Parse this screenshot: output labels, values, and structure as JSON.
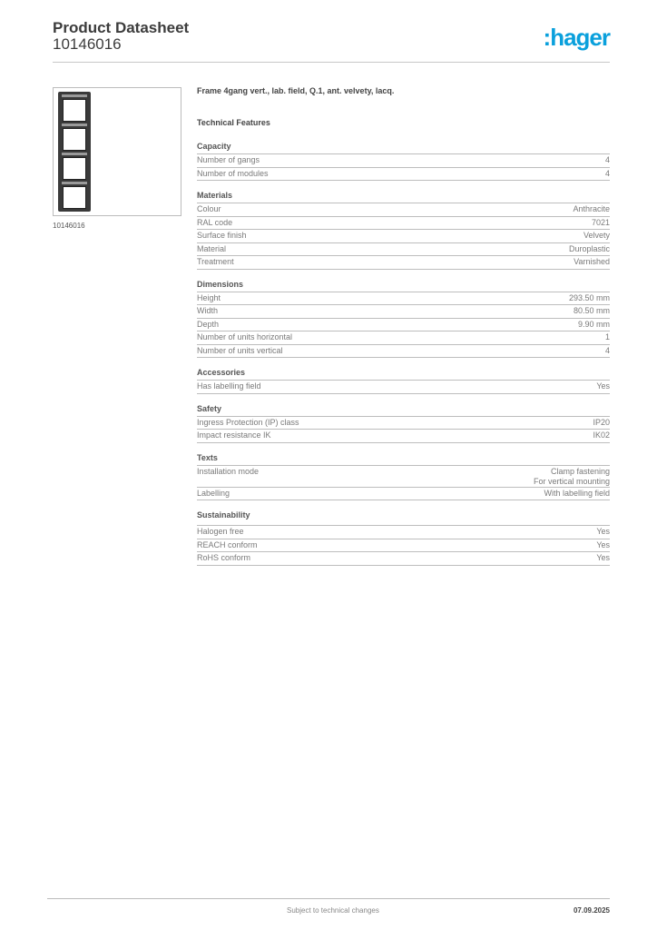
{
  "header": {
    "title": "Product Datasheet",
    "product_number": "10146016",
    "logo_text": ":hager",
    "brand_color": "#0aa0dc"
  },
  "image": {
    "caption": "10146016"
  },
  "main": {
    "description": "Frame 4gang vert., lab. field, Q.1, ant. velvety, lacq.",
    "features_heading": "Technical Features",
    "sections": [
      {
        "title": "Capacity",
        "rows": [
          [
            "Number of gangs",
            "4"
          ],
          [
            "Number of modules",
            "4"
          ]
        ]
      },
      {
        "title": "Materials",
        "rows": [
          [
            "Colour",
            "Anthracite"
          ],
          [
            "RAL code",
            "7021"
          ],
          [
            "Surface finish",
            "Velvety"
          ],
          [
            "Material",
            "Duroplastic"
          ],
          [
            "Treatment",
            "Varnished"
          ]
        ]
      },
      {
        "title": "Dimensions",
        "rows": [
          [
            "Height",
            "293.50 mm"
          ],
          [
            "Width",
            "80.50 mm"
          ],
          [
            "Depth",
            "9.90 mm"
          ],
          [
            "Number of units horizontal",
            "1"
          ],
          [
            "Number of units vertical",
            "4"
          ]
        ]
      },
      {
        "title": "Accessories",
        "rows": [
          [
            "Has labelling field",
            "Yes"
          ]
        ]
      },
      {
        "title": "Safety",
        "rows": [
          [
            "Ingress Protection (IP) class",
            "IP20"
          ],
          [
            "Impact resistance IK",
            "IK02"
          ]
        ]
      },
      {
        "title": "Texts",
        "rows": [
          [
            "Installation mode",
            "Clamp fastening",
            "For vertical mounting"
          ],
          [
            "Labelling",
            "With labelling field"
          ]
        ]
      },
      {
        "title": "Sustainability",
        "rows": [
          [
            "Halogen free",
            "Yes"
          ],
          [
            "REACH conform",
            "Yes"
          ],
          [
            "RoHS conform",
            "Yes"
          ]
        ]
      }
    ]
  },
  "footer": {
    "note": "Subject to technical changes",
    "date": "07.09.2025"
  }
}
